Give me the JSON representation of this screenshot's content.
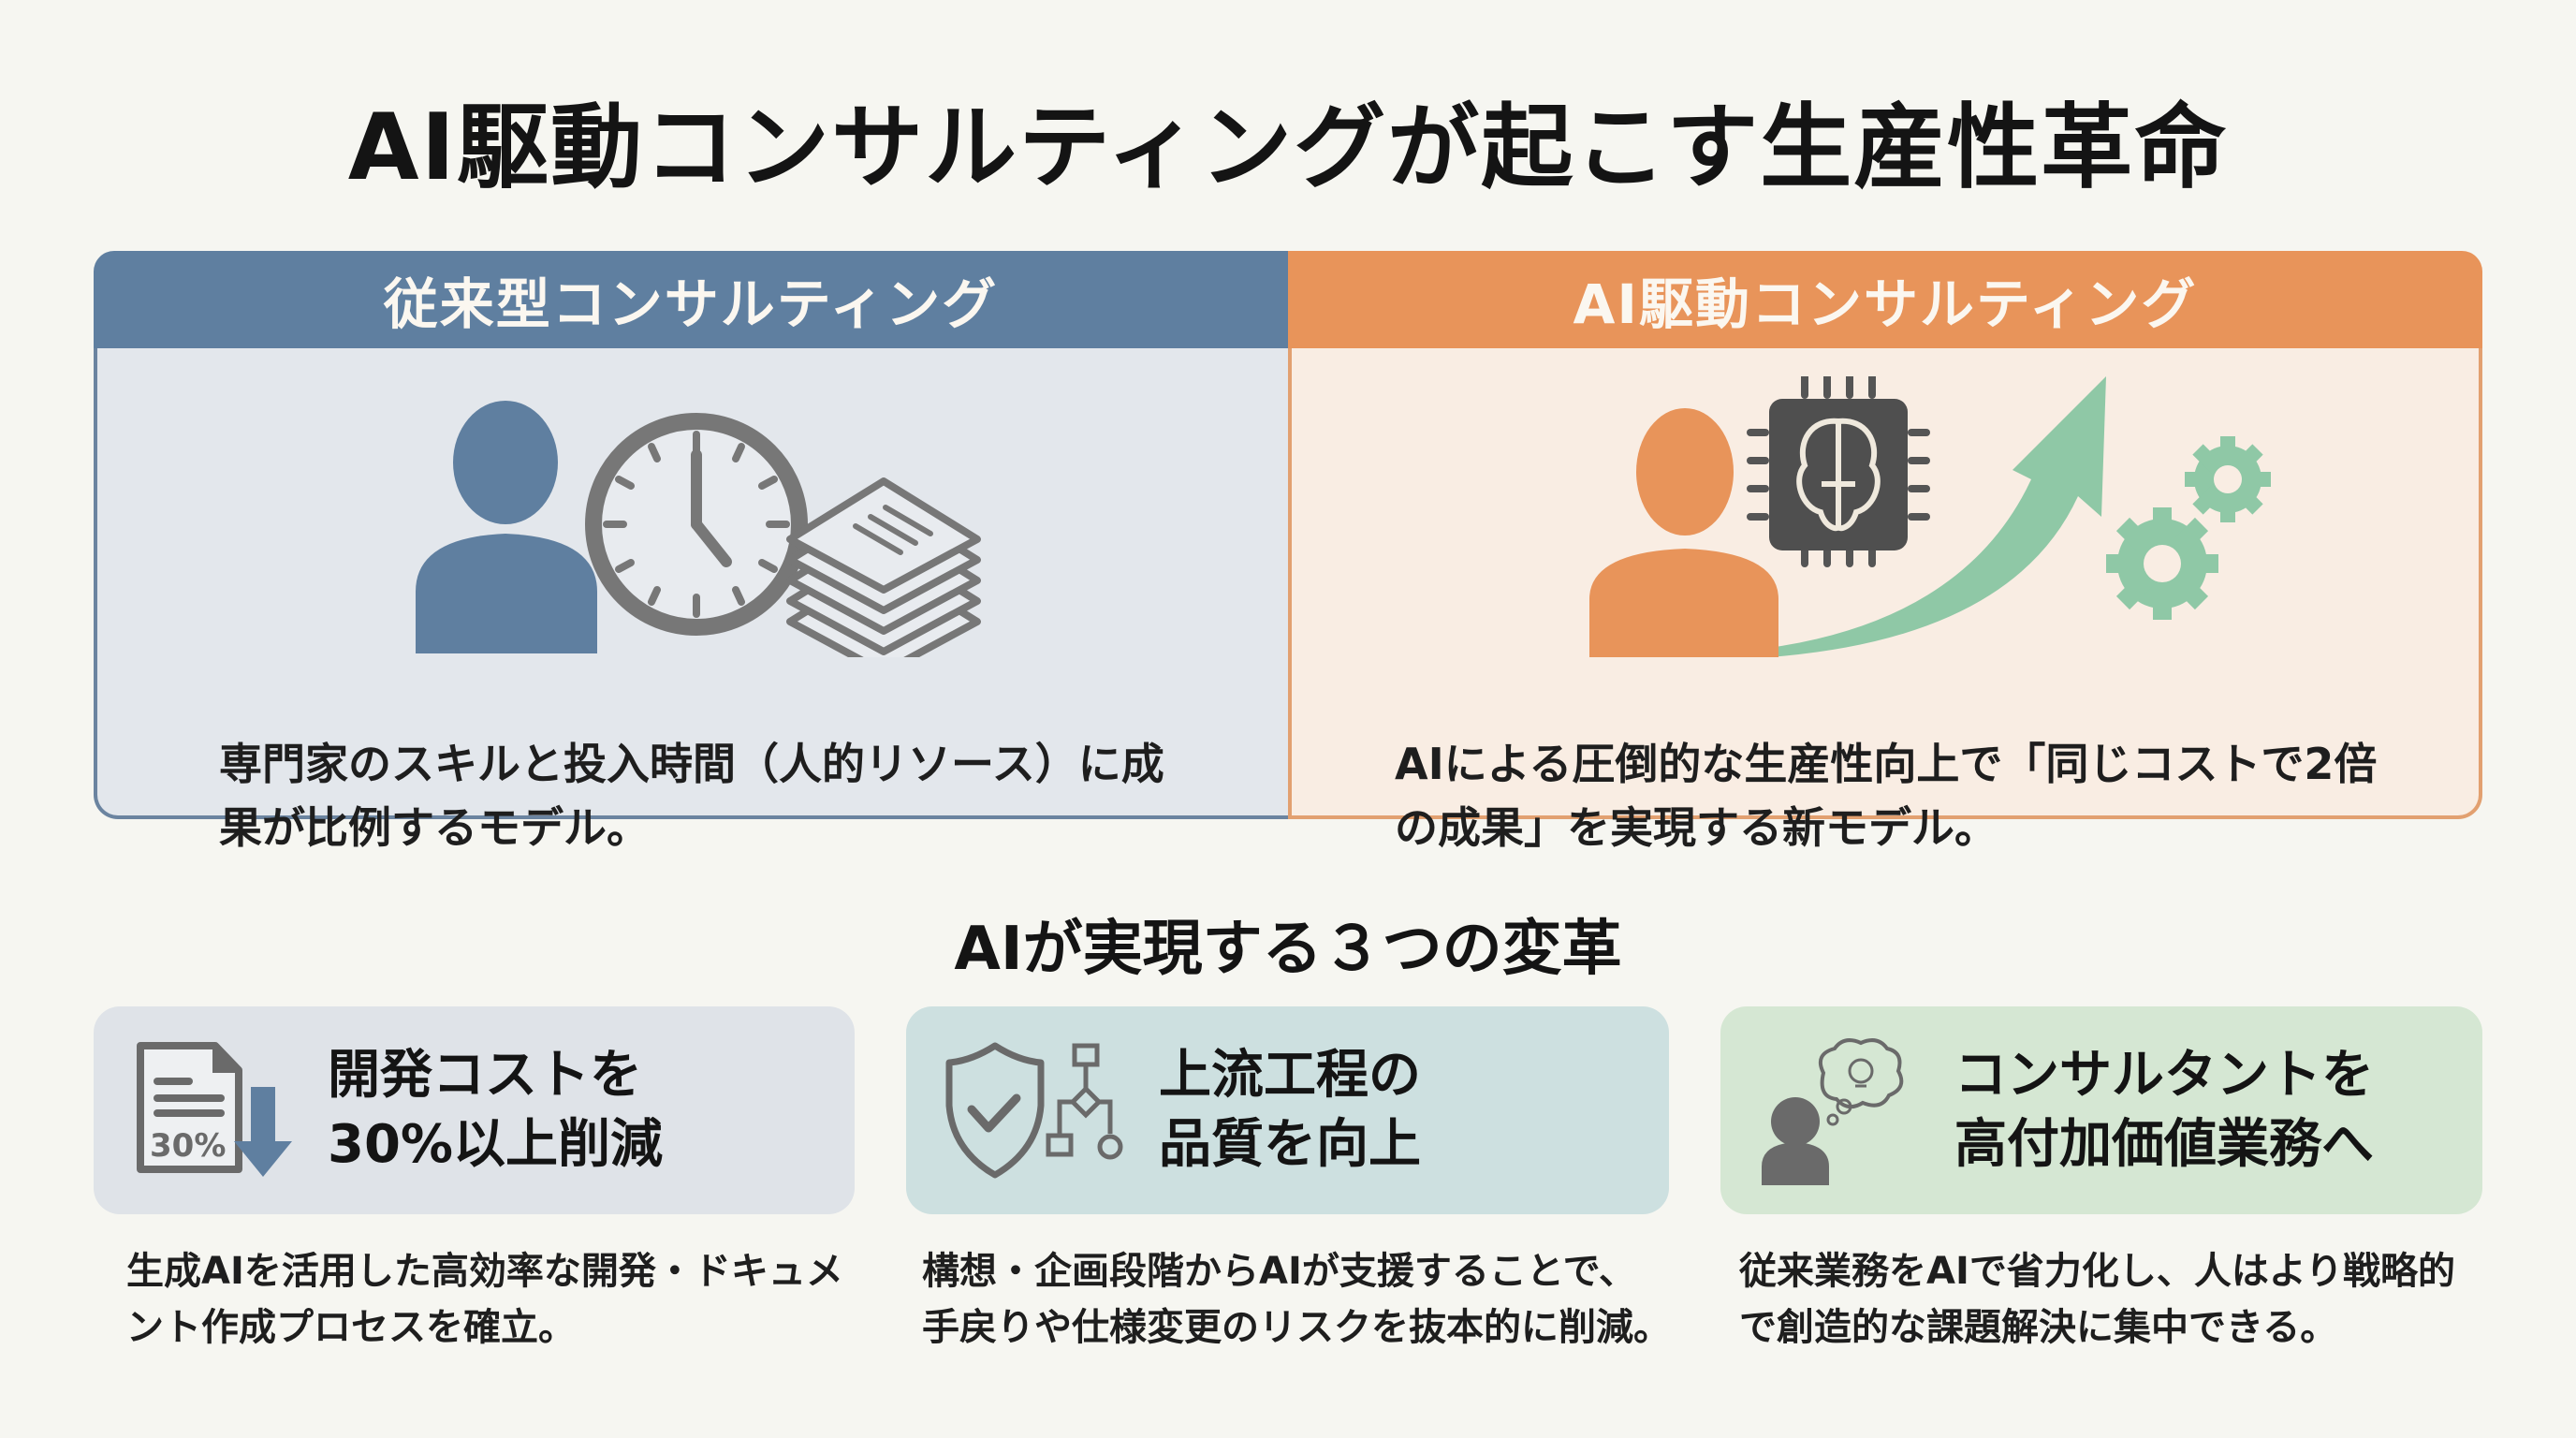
{
  "title": "AI駆動コンサルティングが起こす生産性革命",
  "comparison": {
    "traditional": {
      "header": "従来型コンサルティング",
      "description": "専門家のスキルと投入時間（人的リソース）に成果が比例するモデル。",
      "icons": [
        "person-icon",
        "clock-icon",
        "document-stack-icon"
      ],
      "accent_color": "#5f7fa0"
    },
    "ai_driven": {
      "header": "AI駆動コンサルティング",
      "description": "AIによる圧倒的な生産性向上で「同じコストで2倍の成果」を実現する新モデル。",
      "icons": [
        "person-icon",
        "ai-chip-brain-icon",
        "growth-arrow-icon",
        "gears-icon"
      ],
      "accent_color": "#e8945a"
    }
  },
  "section_title": "AIが実現する３つの変革",
  "cards": [
    {
      "title_line1": "開発コストを",
      "title_line2": "30%以上削減",
      "icon": "document-cost-down-icon",
      "icon_label": "30%",
      "description": "生成AIを活用した高効率な開発・ドキュメント作成プロセスを確立。",
      "bg_color": "#dfe3e8"
    },
    {
      "title_line1": "上流工程の",
      "title_line2": "品質を向上",
      "icon": "shield-flowchart-icon",
      "description": "構想・企画段階からAIが支援することで、手戻りや仕様変更のリスクを抜本的に削減。",
      "bg_color": "#cde0e0"
    },
    {
      "title_line1": "コンサルタントを",
      "title_line2": "高付加価値業務へ",
      "icon": "person-idea-icon",
      "description": "従来業務をAIで省力化し、人はより戦略的で創造的な課題解決に集中できる。",
      "bg_color": "#d5e7d3"
    }
  ]
}
